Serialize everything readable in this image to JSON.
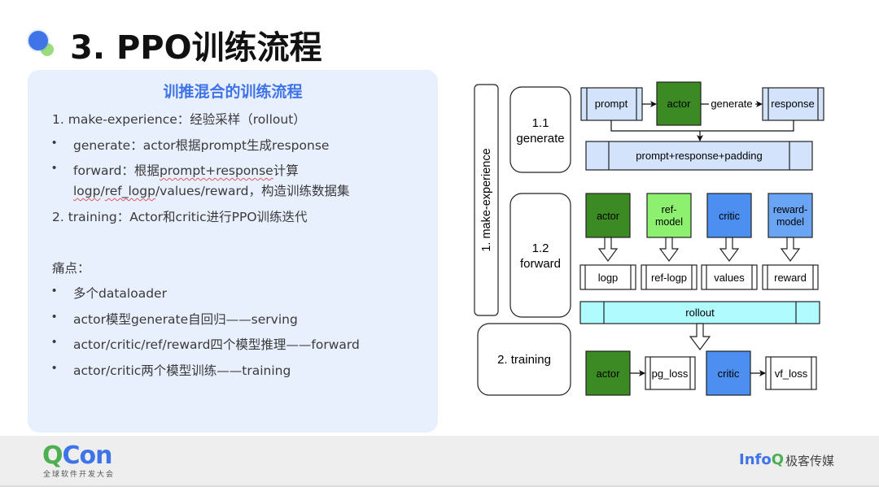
{
  "header": {
    "title": "3. PPO训练流程"
  },
  "panel": {
    "title": "训推混合的训练流程",
    "lines": [
      {
        "text": "1. make-experience：经验采样（rollout）"
      },
      {
        "bullet": "•",
        "text": "generate：actor根据prompt生成response"
      },
      {
        "bullet": "•",
        "text_pre": "forward：根据",
        "text_squiggle": "prompt+response",
        "text_post": "计算"
      },
      {
        "text_squiggle1": "logp",
        "text_mid": "/",
        "text_squiggle2": "ref_logp",
        "text_post": "/values/reward，构造训练数据集"
      },
      {
        "text": "2. training：Actor和critic进行PPO训练迭代"
      },
      {
        "text": "痛点："
      },
      {
        "bullet": "•",
        "text": "多个dataloader"
      },
      {
        "bullet": "•",
        "text": "actor模型generate自回归——serving"
      },
      {
        "bullet": "•",
        "text": "actor/critic/ref/reward四个模型推理——forward"
      },
      {
        "bullet": "•",
        "text": "actor/critic两个模型训练——training"
      }
    ]
  },
  "diagram": {
    "phase_make_experience": "1. make-experience",
    "phase_generate": [
      "1.1",
      "generate"
    ],
    "phase_forward": [
      "1.2",
      "forward"
    ],
    "phase_training": "2. training",
    "generate_row": {
      "prompt": "prompt",
      "actor": "actor",
      "edge_label": "generate",
      "response": "response",
      "combined": "prompt+response+padding"
    },
    "forward_models": [
      {
        "label": [
          "actor"
        ],
        "color": "#3b8a23"
      },
      {
        "label": [
          "ref-",
          "model"
        ],
        "color": "#8ef06f"
      },
      {
        "label": [
          "critic"
        ],
        "color": "#4d8ff0"
      },
      {
        "label": [
          "reward-",
          "model"
        ],
        "color": "#6aa5f5"
      }
    ],
    "forward_outputs": [
      "logp",
      "ref-logp",
      "values",
      "reward"
    ],
    "rollout": "rollout",
    "training_row": {
      "actor": "actor",
      "pg_loss": "pg_loss",
      "critic": "critic",
      "vf_loss": "vf_loss"
    },
    "colors": {
      "data_fill": "#d3e3fb",
      "rollout_fill": "#b0fbfd",
      "actor_green": "#3b8a23",
      "critic_blue": "#4d8ff0"
    }
  },
  "footer": {
    "qcon_q": "Q",
    "qcon_rest": "Con",
    "qcon_sub": "全球软件开发大会",
    "infoq_main": "Info",
    "infoq_q": "Q",
    "infoq_cn": "极客传媒"
  }
}
